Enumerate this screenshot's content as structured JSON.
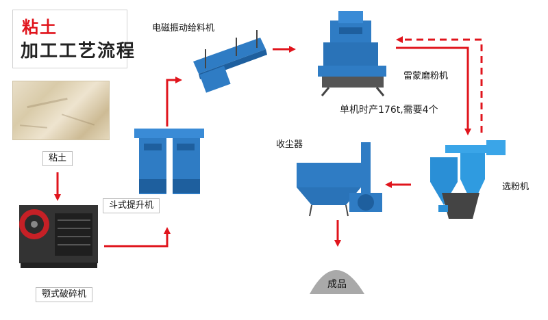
{
  "title": {
    "line1": "粘土",
    "line2": "加工工艺流程"
  },
  "nodes": {
    "clay": {
      "label": "粘土"
    },
    "jaw_crusher": {
      "label": "颚式破碎机"
    },
    "bucket_elevator": {
      "label": "斗式提升机"
    },
    "feeder": {
      "label": "电磁振动给料机"
    },
    "raymond_mill": {
      "label": "雷蒙磨粉机"
    },
    "classifier": {
      "label": "选粉机"
    },
    "dust_collector": {
      "label": "收尘器"
    },
    "product": {
      "label": "成品"
    }
  },
  "note": "单机时产176t,需要4个",
  "colors": {
    "arrow": "#e0141c",
    "machine_blue": "#2f7cc4",
    "machine_dark": "#2b2b2b",
    "title_red": "#e0141c"
  },
  "icons": [
    "clay-photo",
    "jaw-crusher-icon",
    "bucket-elevator-icon",
    "vibrating-feeder-icon",
    "raymond-mill-icon",
    "powder-classifier-icon",
    "dust-collector-icon",
    "product-pile-icon"
  ]
}
